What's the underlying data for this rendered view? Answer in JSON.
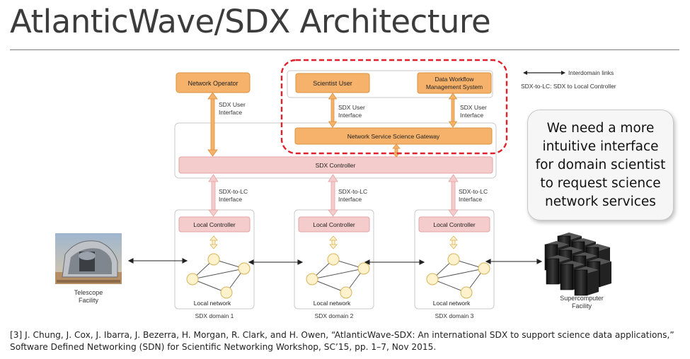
{
  "title": "AtlanticWave/SDX Architecture",
  "legend": {
    "interdomain": "Interdomain links",
    "sdx_to_lc": "SDX-to-LC: SDX to Local Controller"
  },
  "nodes": {
    "network_operator": "Network Operator",
    "scientist_user": "Scientist User",
    "data_workflow_line1": "Data Workflow",
    "data_workflow_line2": "Management System",
    "gateway": "Network Service Science Gateway",
    "sdx_controller": "SDX Controller",
    "local_controller": "Local Controller",
    "local_network": "Local network"
  },
  "interfaces": {
    "sdx_user_line1": "SDX User",
    "sdx_user_line2": "Interface",
    "sdx_to_lc_line1": "SDX-to-LC",
    "sdx_to_lc_line2": "Interface"
  },
  "domains": [
    "SDX domain 1",
    "SDX domain 2",
    "SDX domain 3"
  ],
  "telescope": {
    "line1": "Telescope",
    "line2": "Facility"
  },
  "supercomputer": {
    "line1": "Supercomputer",
    "line2": "Facility"
  },
  "callout": "We need a more intuitive interface for domain scientist to request science network services",
  "reference": {
    "line1": "[3] J. Chung, J. Cox, J. Ibarra, J. Bezerra, H. Morgan, R. Clark, and H. Owen, “AtlanticWave-SDX: An international SDX to support science data applications,”",
    "line2": "Software Defined Networking (SDN) for Scientific Networking Workshop, SC’15, pp. 1–7, Nov 2015."
  },
  "colors": {
    "orange_fill": "#f6b26b",
    "orange_stroke": "#d9913f",
    "pink_fill": "#f4cccc",
    "pink_stroke": "#e3a3a3",
    "yellow_node": "#fff2cc",
    "highlight_red": "#e0202a"
  }
}
